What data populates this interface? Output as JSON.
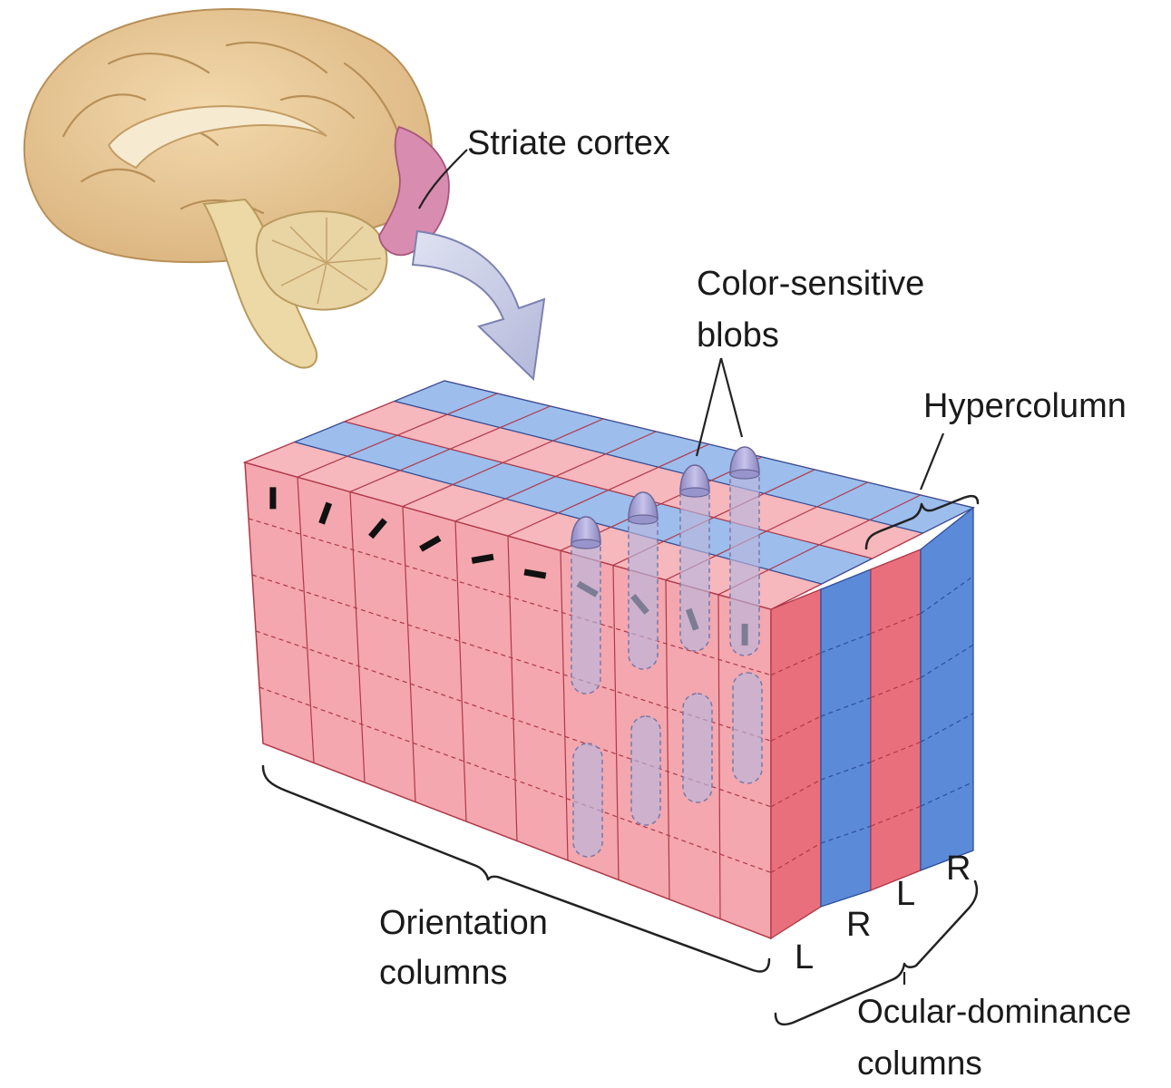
{
  "labels": {
    "striate_cortex": "Striate cortex",
    "color_blobs_line1": "Color-sensitive",
    "color_blobs_line2": "blobs",
    "hypercolumn": "Hypercolumn",
    "orientation_line1": "Orientation",
    "orientation_line2": "columns",
    "ocular_line1": "Ocular-dominance",
    "ocular_line2": "columns",
    "eye_L1": "L",
    "eye_R1": "R",
    "eye_L2": "L",
    "eye_R2": "R"
  },
  "colors": {
    "left_eye_column": "#f4a7ae",
    "left_eye_column_dark": "#ea6f7c",
    "right_eye_column": "#8fb3e6",
    "right_eye_column_dark": "#5b8ad8",
    "blob": "#a9a5d6",
    "brain": "#e8c99a",
    "visual_cortex_highlight": "#d88cb0",
    "arrow": "#c9cde6"
  },
  "icons": {
    "brain": "brain-sagittal-icon",
    "arrow": "curved-arrow-icon",
    "orientation_bar": "orientation-bar-icon"
  }
}
